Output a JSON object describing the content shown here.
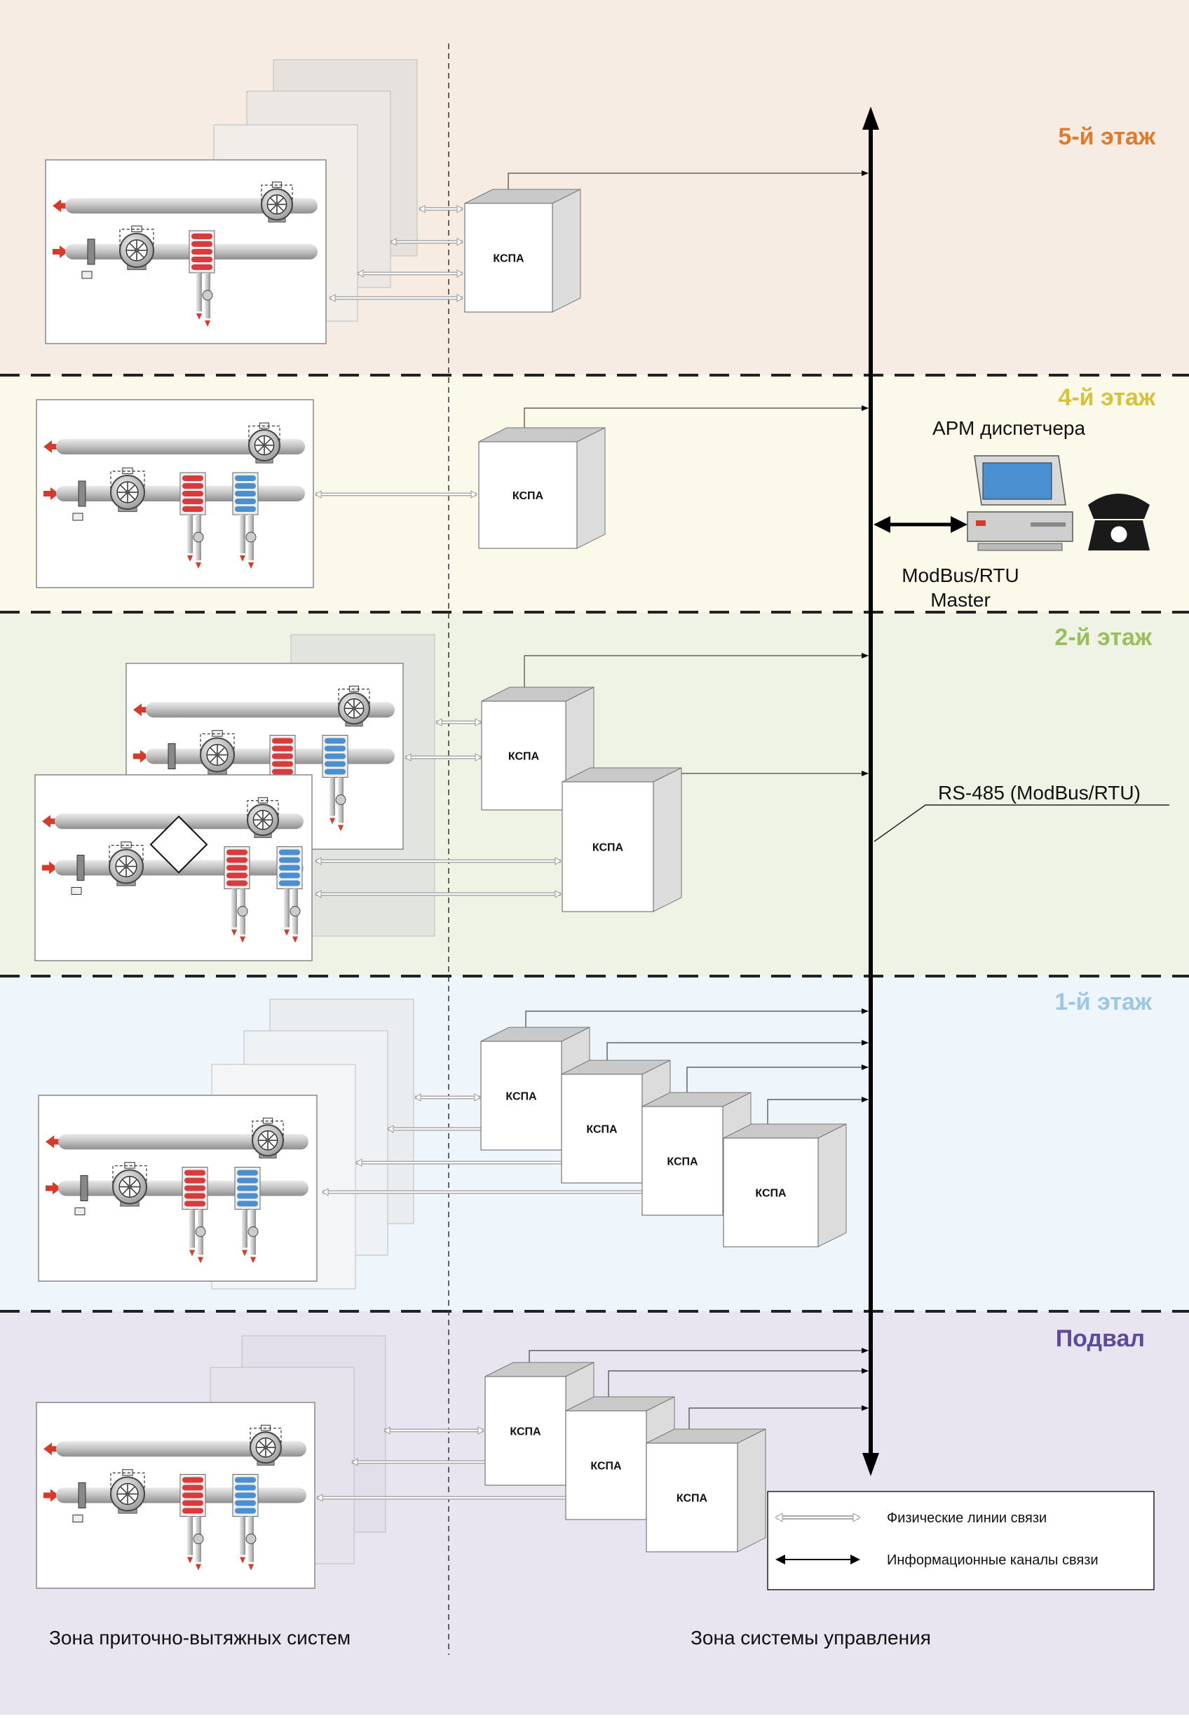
{
  "floors": [
    {
      "label": "5-й этаж",
      "color": "#e07b2c",
      "band_color": "#f7ece4"
    },
    {
      "label": "4-й этаж",
      "color": "#d8c23a",
      "band_color": "#fbf9ea"
    },
    {
      "label": "2-й этаж",
      "color": "#9bbf5a",
      "band_color": "#eef3e6"
    },
    {
      "label": "1-й этаж",
      "color": "#9cc7e8",
      "band_color": "#eef5fb"
    },
    {
      "label": "Подвал",
      "color": "#5d4a9c",
      "band_color": "#e8e5f1"
    }
  ],
  "controller_label": "КСПА",
  "workstation_label": "АРМ диспетчера",
  "master_protocol": [
    "ModBus/RTU",
    "Master"
  ],
  "bus_label": "RS-485 (ModBus/RTU)",
  "legend": {
    "physical": "Физические линии связи",
    "information": "Информационные каналы связи"
  },
  "zones": {
    "left": "Зона приточно-вытяжных систем",
    "right": "Зона системы управления"
  },
  "icons": {
    "computer": "computer-icon",
    "phone": "telephone-icon",
    "fan": "fan-icon",
    "heater": "heater-coil-icon",
    "cooler": "cooler-coil-icon"
  },
  "colors": {
    "heater": "#d93a3a",
    "cooler": "#4a8fd0",
    "arrow_red": "#d83a2a",
    "bus": "#000000"
  }
}
